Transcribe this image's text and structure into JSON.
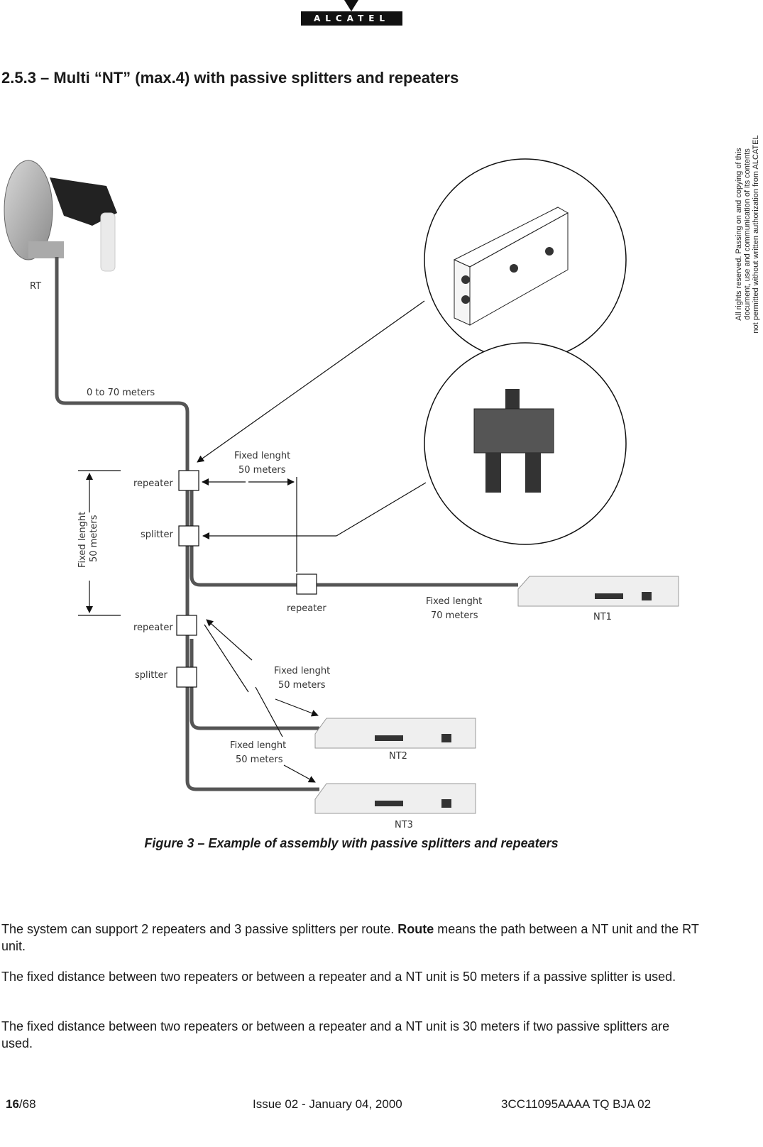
{
  "header": {
    "logo_text": "ALCATEL"
  },
  "section_heading": "2.5.3 – Multi “NT” (max.4) with passive splitters and repeaters",
  "side_notice": {
    "line1": "All rights reserved. Passing on and copying of this",
    "line2": "document, use and communication of its contents",
    "line3": "not permitted without written authorization from ALCATEL"
  },
  "diagram": {
    "rt_label": "RT",
    "cable_rt": "0  to 70 meters",
    "repeater_top": "repeater",
    "splitter_top": "splitter",
    "repeater_mid": "repeater",
    "repeater_bottom": "repeater",
    "splitter_bottom": "splitter",
    "vertical_fixed_line1": "Fixed lenght",
    "vertical_fixed_line2": "50 meters",
    "fixed1_line1": "Fixed lenght",
    "fixed1_line2": "50 meters",
    "fixed2_line1": "Fixed lenght",
    "fixed2_line2": "70 meters",
    "fixed3_line1": "Fixed lenght",
    "fixed3_line2": "50 meters",
    "fixed4_line1": "Fixed lenght",
    "fixed4_line2": "50 meters",
    "nt1": "NT1",
    "nt2": "NT2",
    "nt3": "NT3"
  },
  "figure_caption": "Figure 3 – Example of assembly with passive splitters and repeaters",
  "paragraphs": {
    "p1_pre": "The system can support 2 repeaters and 3 passive splitters per route. ",
    "p1_bold": "Route",
    "p1_post": " means the path between a NT unit and the RT unit.",
    "p2": "The fixed distance between two repeaters or between a repeater and a NT unit is 50 meters if a passive splitter is used.",
    "p3": "The fixed distance between two repeaters or between a repeater and a NT unit is 30 meters if two passive splitters are used."
  },
  "footer": {
    "page_current": "16",
    "page_total": "/68",
    "issue": "Issue 02 - January 04, 2000",
    "doc_ref": "3CC11095AAAA TQ BJA 02"
  }
}
